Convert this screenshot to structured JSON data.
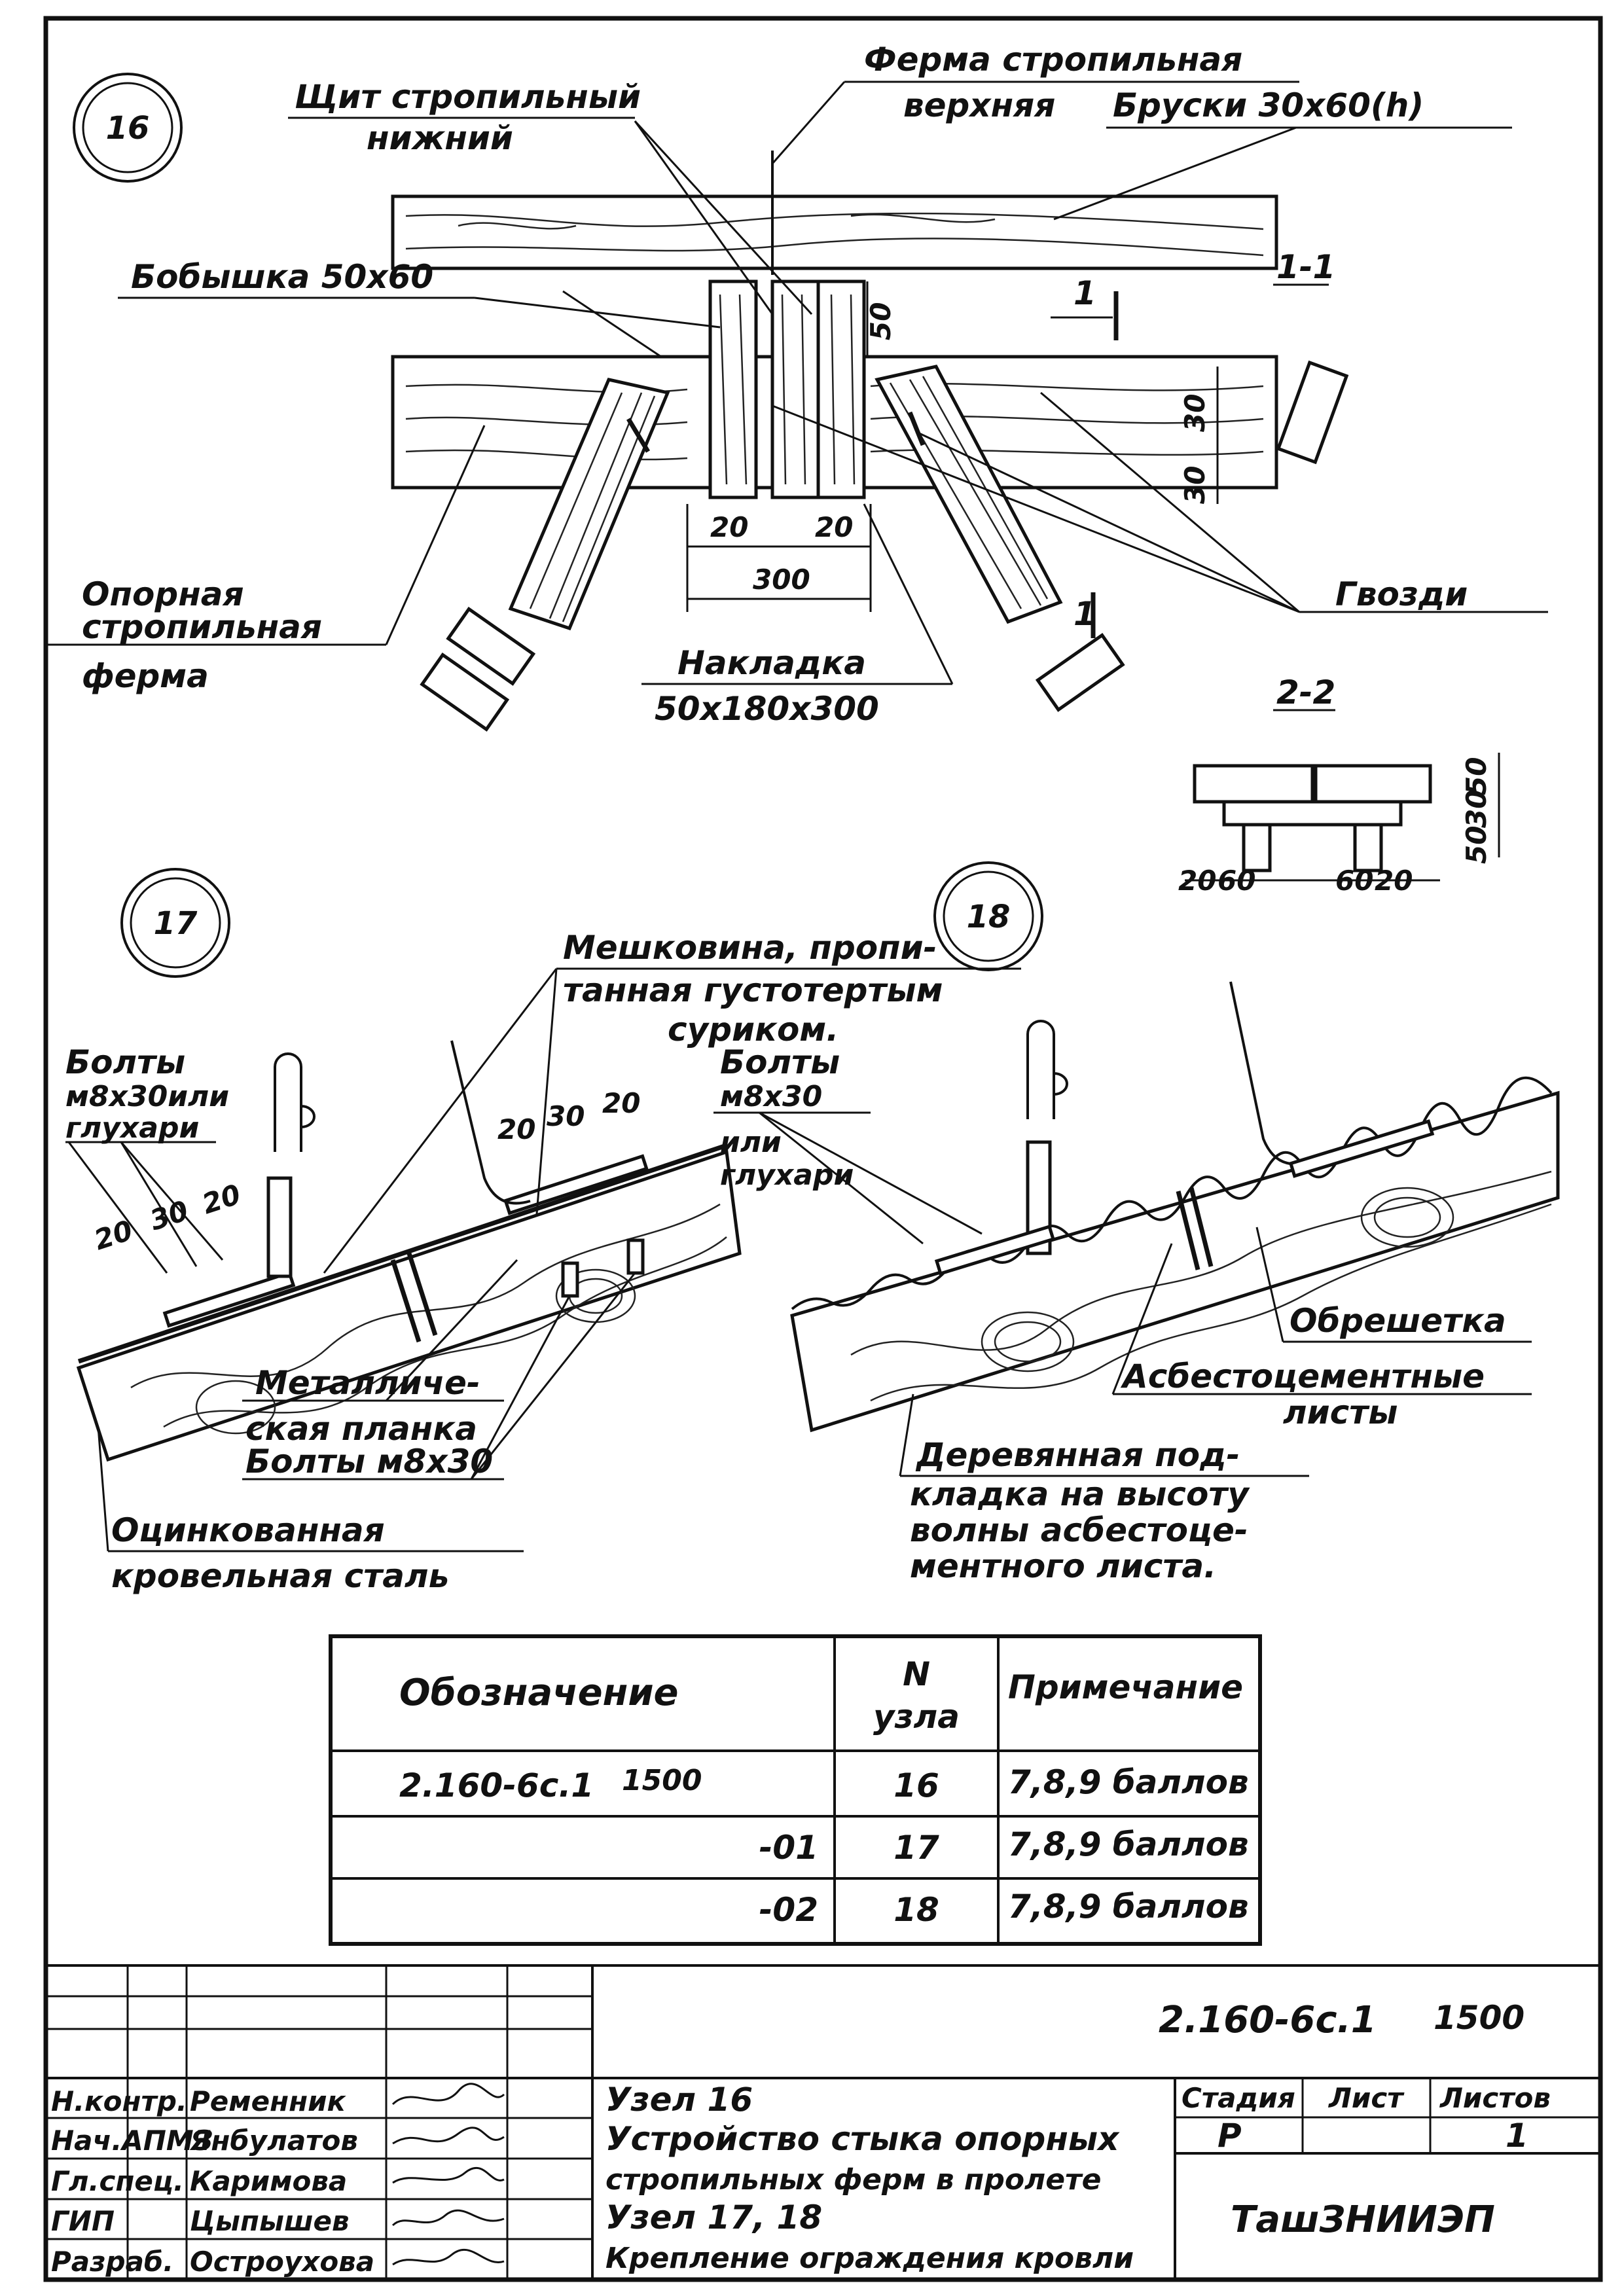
{
  "node16": {
    "number": "16",
    "labels": {
      "panel_line1": "Щит стропильный",
      "panel_line2": "нижний",
      "truss_line1": "Ферма стропильная",
      "truss_line2": "верхняя",
      "bars": "Бруски 30х60(h)",
      "boss": "Бобышка 50х60",
      "support_line1": "Опорная",
      "support_line2": "стропильная",
      "support_line3": "ферма",
      "nails": "Гвозди",
      "plate_line1": "Накладка",
      "plate_line2": "50х180х300"
    },
    "dims": {
      "d20a": "20",
      "d20b": "20",
      "d300": "300",
      "d50": "50",
      "d30": "30",
      "d30b": "30",
      "d50b": "50"
    },
    "sections": {
      "s1": "1-1",
      "s2": "2-2",
      "mark1": "1",
      "mark1b": "1"
    },
    "section2_dims": {
      "a": "20",
      "b": "60",
      "c": "60",
      "d": "20",
      "v1": "50",
      "v2": "30",
      "v3": "50"
    }
  },
  "node17": {
    "number": "17",
    "labels": {
      "burlap_line1": "Мешковина, пропи-",
      "burlap_line2": "танная густотертым",
      "burlap_line3": "суриком.",
      "bolts_line1": "Болты",
      "bolts_line2": "м8х30или",
      "bolts_line3": "глухари",
      "strip_line1": "Металличе-",
      "strip_line2": "ская планка",
      "bolts2": "Болты м8х30",
      "steel_line1": "Оцинкованная",
      "steel_line2": "кровельная сталь"
    },
    "dims": {
      "a": "20",
      "b": "30",
      "c": "20",
      "d": "20",
      "e": "30",
      "f": "20"
    }
  },
  "node18": {
    "number": "18",
    "labels": {
      "bolts_line1": "Болты",
      "bolts_line2": "м8х30",
      "bolts_line3": "или",
      "bolts_line4": "глухари",
      "lathing": "Обрешетка",
      "sheets_line1": "Асбестоцементные",
      "sheets_line2": "листы",
      "pad_line1": "Деревянная под-",
      "pad_line2": "кладка на высоту",
      "pad_line3": "волны асбестоце-",
      "pad_line4": "ментного листа."
    }
  },
  "spec_table": {
    "headers": {
      "designation": "Обозначение",
      "node_line1": "N",
      "node_line2": "узла",
      "note": "Примечание"
    },
    "rows": [
      {
        "designation": "2.160-6с.1",
        "suffix": "1500",
        "node": "16",
        "note": "7,8,9 баллов"
      },
      {
        "designation": "-01",
        "suffix": "",
        "node": "17",
        "note": "7,8,9 баллов"
      },
      {
        "designation": "-02",
        "suffix": "",
        "node": "18",
        "note": "7,8,9 баллов"
      }
    ]
  },
  "title_block": {
    "doc_code": "2.160-6с.1",
    "doc_suffix": "1500",
    "people": [
      {
        "role": "Н.контр.",
        "name": "Ременник"
      },
      {
        "role": "Нач.АПМЗ",
        "name": "Янбулатов"
      },
      {
        "role": "Гл.спец.",
        "name": "Каримова"
      },
      {
        "role": "ГИП",
        "name": "Цыпышев"
      },
      {
        "role": "Разраб.",
        "name": "Остроухова"
      }
    ],
    "description": [
      "Узел 16",
      "Устройство стыка опорных",
      "стропильных ферм в пролете",
      "Узел 17, 18",
      "Крепление ограждения кровли"
    ],
    "stage_label": "Стадия",
    "sheet_label": "Лист",
    "sheets_label": "Листов",
    "stage_value": "Р",
    "sheets_value": "1",
    "organization": "ТашЗНИИЭП"
  }
}
